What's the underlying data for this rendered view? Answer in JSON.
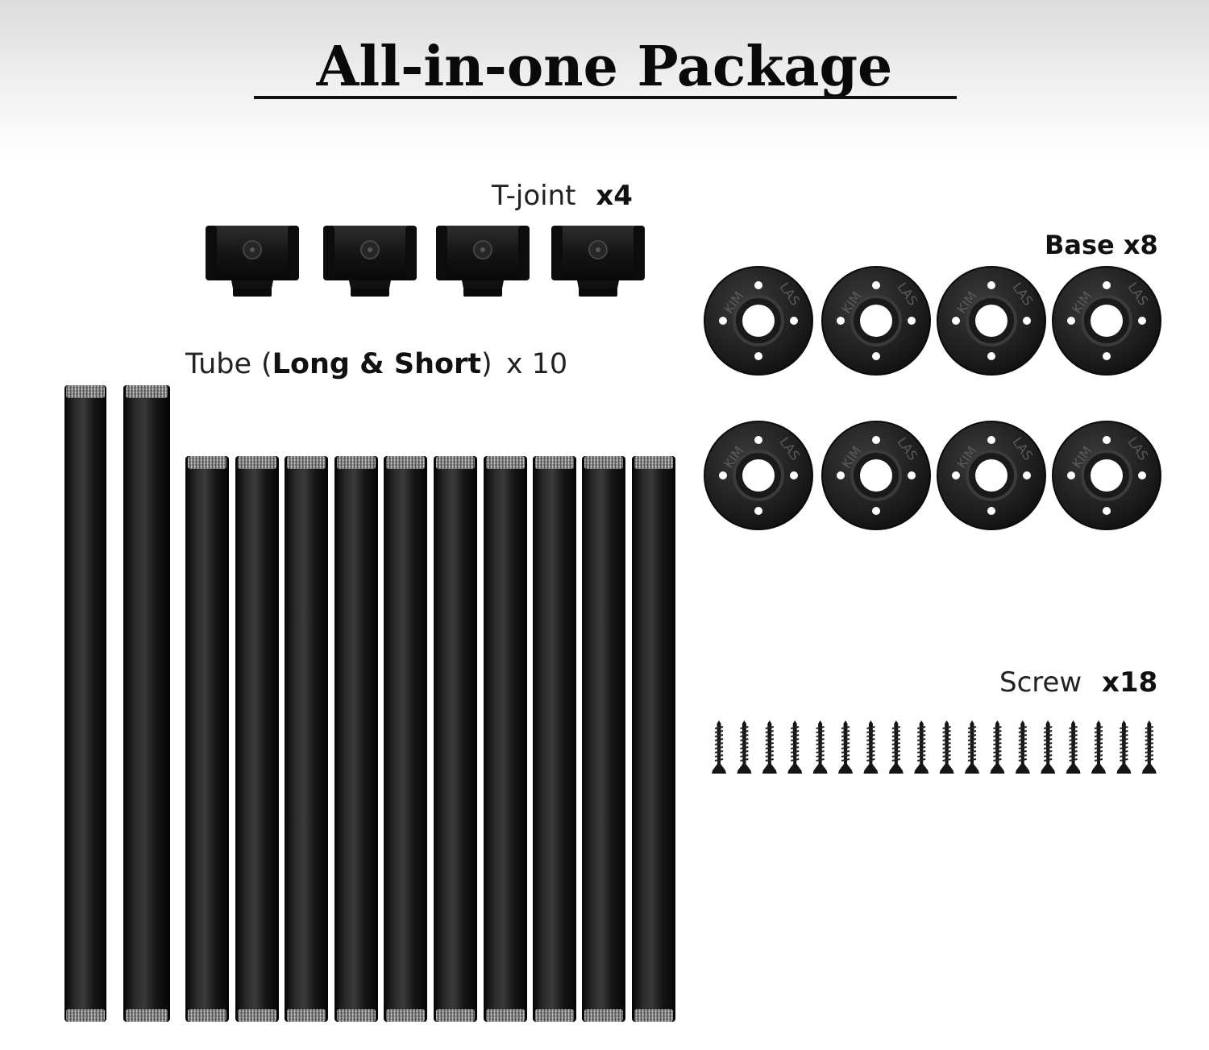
{
  "title": "All-in-one Package",
  "tjoint": {
    "name": "T-joint",
    "qty": "x4"
  },
  "tube": {
    "name": "Tube",
    "open_paren": "(",
    "detail": "Long & Short",
    "close_paren": ")",
    "qty": "x 10"
  },
  "base": {
    "name": "Base x8",
    "stamp_left": "KIM",
    "stamp_right": "LAS"
  },
  "screw": {
    "name": "Screw",
    "qty": "x18"
  },
  "colors": {
    "part": "#141414",
    "thread": "#9a9a9a",
    "title": "#0a0a0a"
  }
}
